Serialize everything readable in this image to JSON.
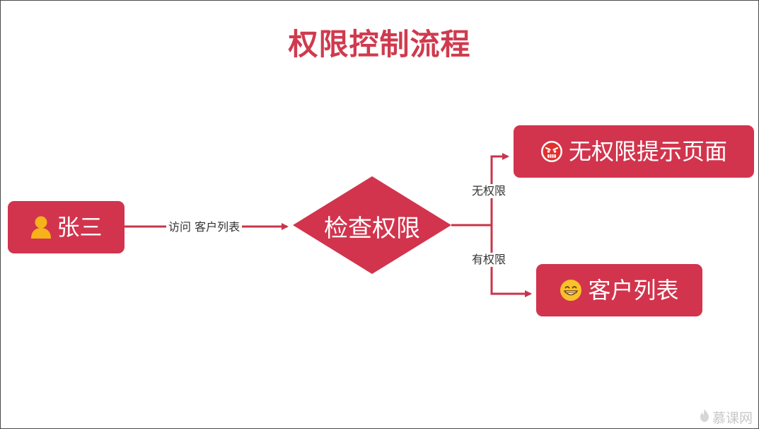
{
  "title": "权限控制流程",
  "nodes": {
    "user": {
      "label": "张三",
      "icon": "user-icon"
    },
    "decision": {
      "label": "检查权限"
    },
    "deny": {
      "label": "无权限提示页面",
      "icon": "angry-face-icon"
    },
    "allow": {
      "label": "客户列表",
      "icon": "grinning-face-icon"
    }
  },
  "edges": {
    "access": "访问 客户列表",
    "deny": "无权限",
    "allow": "有权限"
  },
  "watermark": "慕课网",
  "colors": {
    "node": "#d2344d",
    "line": "#c9344a",
    "title": "#d03a4e",
    "icon_yellow": "#f6b21b"
  }
}
